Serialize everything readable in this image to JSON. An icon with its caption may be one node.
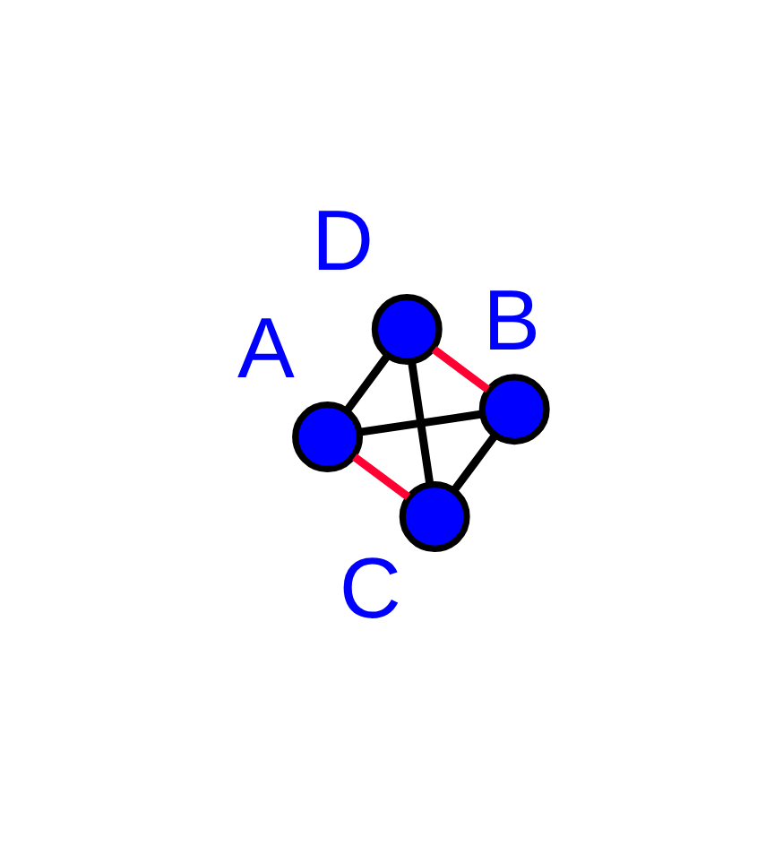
{
  "diagram": {
    "nodes": [
      {
        "text": [
          "A"
        ]
      },
      {
        "text": [
          "B"
        ]
      },
      {
        "text": [
          "C"
        ]
      },
      {
        "text": [
          "D"
        ]
      }
    ],
    "edges": [
      {
        "from": 0,
        "to": 1,
        "arrow": "none"
      },
      {
        "from": 1,
        "to": 2,
        "arrow": "none"
      },
      {
        "from": 2,
        "to": 3,
        "arrow": "none"
      },
      {
        "from": 3,
        "to": 0,
        "arrow": "none"
      },
      {
        "from": 0,
        "to": 2,
        "arrow": "none",
        "color": "#ff0033"
      },
      {
        "from": 3,
        "to": 1,
        "arrow": "none",
        "color": "#ff0033"
      }
    ]
  }
}
